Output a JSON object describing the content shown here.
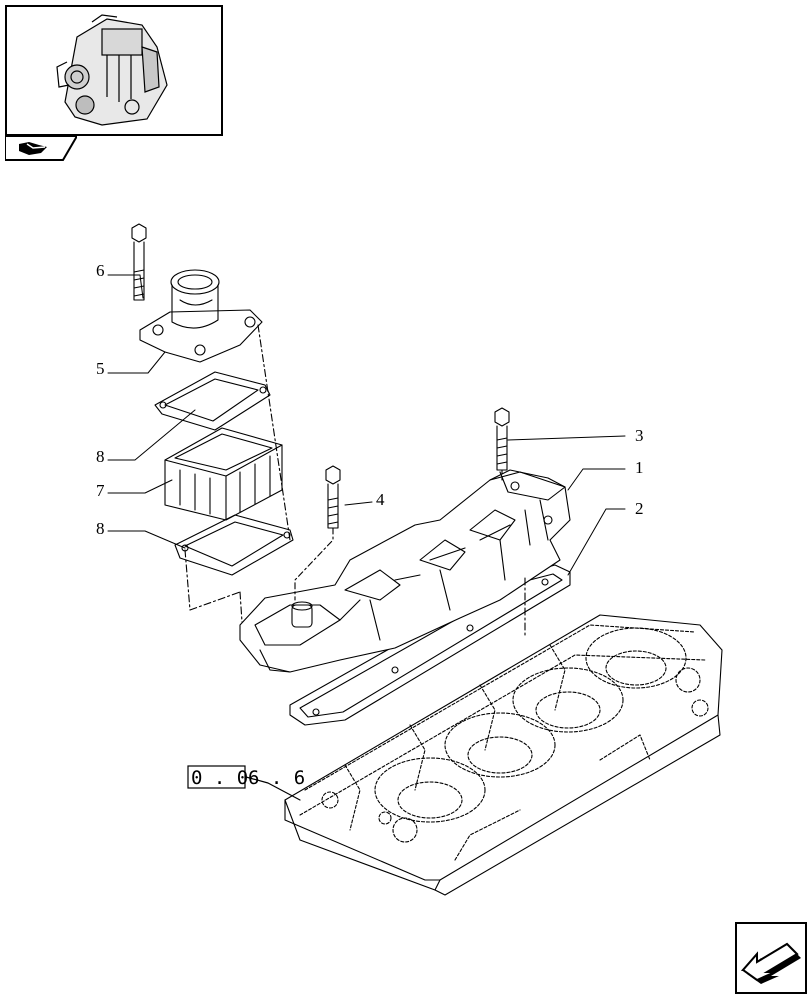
{
  "diagram": {
    "callouts": [
      {
        "id": "1",
        "label": "1"
      },
      {
        "id": "2",
        "label": "2"
      },
      {
        "id": "3",
        "label": "3"
      },
      {
        "id": "4",
        "label": "4"
      },
      {
        "id": "5",
        "label": "5"
      },
      {
        "id": "6",
        "label": "6"
      },
      {
        "id": "7",
        "label": "7"
      },
      {
        "id": "8a",
        "label": "8"
      },
      {
        "id": "8b",
        "label": "8"
      }
    ],
    "reference": {
      "boxed": "0 . 0",
      "rest": "6 . 6"
    }
  },
  "icons": {
    "thumbnail": "engine-thumbnail-icon",
    "nav_tab": "book-tab-icon",
    "next": "next-page-arrow-icon"
  }
}
